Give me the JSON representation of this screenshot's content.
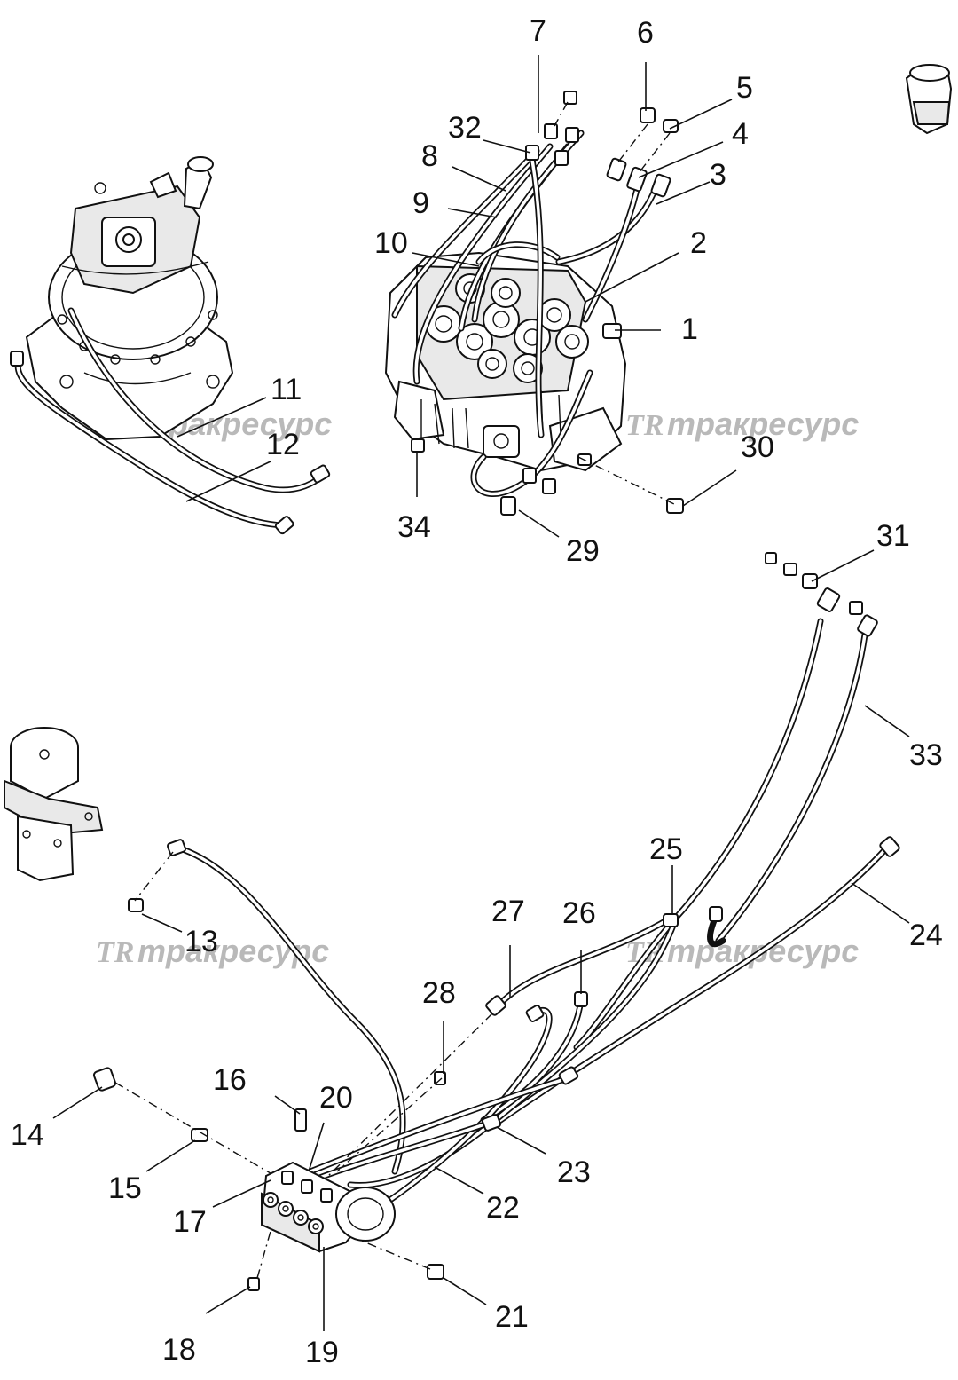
{
  "watermark": {
    "logo": "TR",
    "text": "тракресурс"
  },
  "callouts": [
    "1",
    "2",
    "3",
    "4",
    "5",
    "6",
    "7",
    "8",
    "9",
    "10",
    "11",
    "12",
    "13",
    "14",
    "15",
    "16",
    "17",
    "18",
    "19",
    "20",
    "21",
    "22",
    "23",
    "24",
    "25",
    "26",
    "27",
    "28",
    "29",
    "30",
    "31",
    "32",
    "33",
    "34"
  ]
}
